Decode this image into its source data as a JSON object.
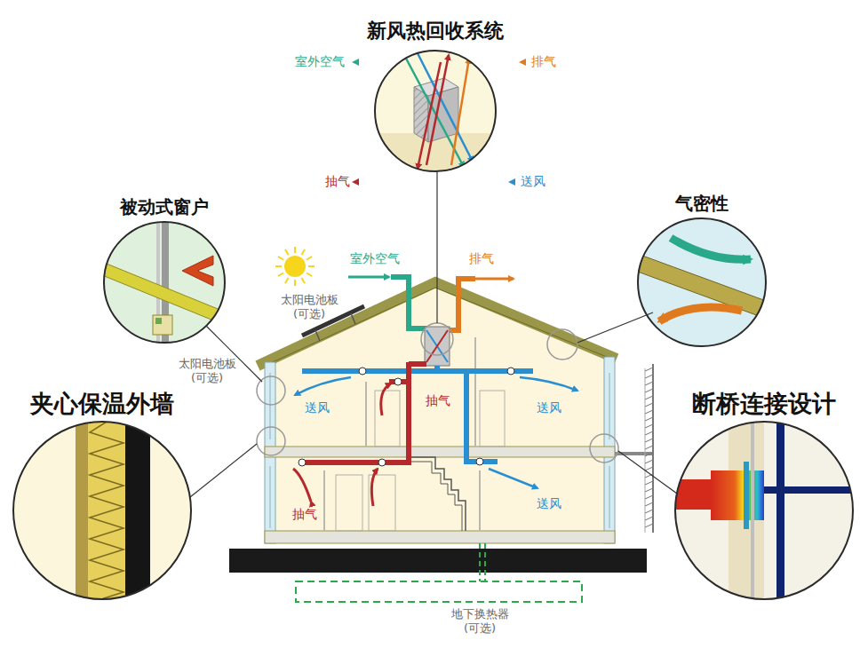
{
  "diagram": {
    "nodes": [
      {
        "text": [
          "新风热回收系统"
        ]
      },
      {
        "text": [
          "被动式窗户"
        ]
      },
      {
        "text": [
          "气密性"
        ]
      },
      {
        "text": [
          "夹心保温外墙"
        ]
      },
      {
        "text": [
          "断桥连接设计"
        ]
      }
    ],
    "labels": [
      "室外空气",
      "排气",
      "抽气",
      "送风",
      "太阳电池板 (可选)",
      "室外空气",
      "排气",
      "太阳电池板 (可选)",
      "送风",
      "抽气",
      "送风",
      "抽气",
      "送风",
      "地下换热器 (可选)"
    ]
  }
}
